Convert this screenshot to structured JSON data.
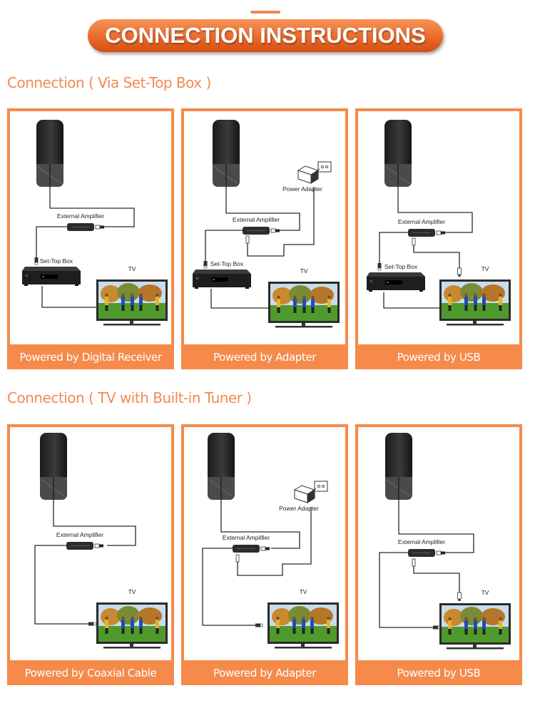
{
  "header": {
    "title": "CONNECTION INSTRUCTIONS"
  },
  "sections": [
    {
      "title": "Connection ( Via Set-Top Box )",
      "panels": [
        {
          "caption": "Powered by Digital Receiver",
          "variant": "stb-receiver",
          "labels": {
            "amplifier": "External Amplifier",
            "stb": "Set-Top Box",
            "tv": "TV"
          }
        },
        {
          "caption": "Powered by Adapter",
          "variant": "stb-adapter",
          "labels": {
            "amplifier": "External Amplifier",
            "stb": "Set-Top Box",
            "tv": "TV",
            "adapter": "Power Adapter"
          }
        },
        {
          "caption": "Powered by USB",
          "variant": "stb-usb",
          "labels": {
            "amplifier": "External Amplifier",
            "stb": "Set-Top Box",
            "tv": "TV"
          }
        }
      ]
    },
    {
      "title": "Connection ( TV with Built-in Tuner )",
      "panels": [
        {
          "caption": "Powered by Coaxial Cable",
          "variant": "tv-coax",
          "labels": {
            "amplifier": "External Amplifier",
            "tv": "TV"
          }
        },
        {
          "caption": "Powered by Adapter",
          "variant": "tv-adapter",
          "labels": {
            "amplifier": "External Amplifier",
            "tv": "TV",
            "adapter": "Power Adapter"
          }
        },
        {
          "caption": "Powered by USB",
          "variant": "tv-usb",
          "labels": {
            "amplifier": "External Amplifier",
            "tv": "TV"
          }
        }
      ]
    }
  ],
  "colors": {
    "accent": "#f58a4b",
    "banner_dark": "#d44f12",
    "heading": "#f28a52"
  }
}
